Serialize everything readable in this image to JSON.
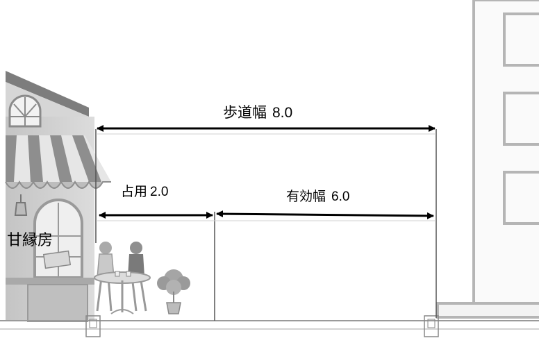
{
  "labels": {
    "sidewalk_width": {
      "text": "歩道幅",
      "value": "8.0"
    },
    "occupied_width": {
      "text": "占用",
      "value": "2.0"
    },
    "effective_width": {
      "text": "有効幅",
      "value": "6.0"
    },
    "shop_sign": "甘縁房"
  },
  "colors": {
    "arrow": "#000000",
    "guide": "#6a6a6a",
    "building_line": "#b9b9b9",
    "awning_stripe": "#8e8e8e",
    "awning_light": "#e2e2e2",
    "shop_wall": "#cfcfcf",
    "roof": "#8a8a8a"
  }
}
